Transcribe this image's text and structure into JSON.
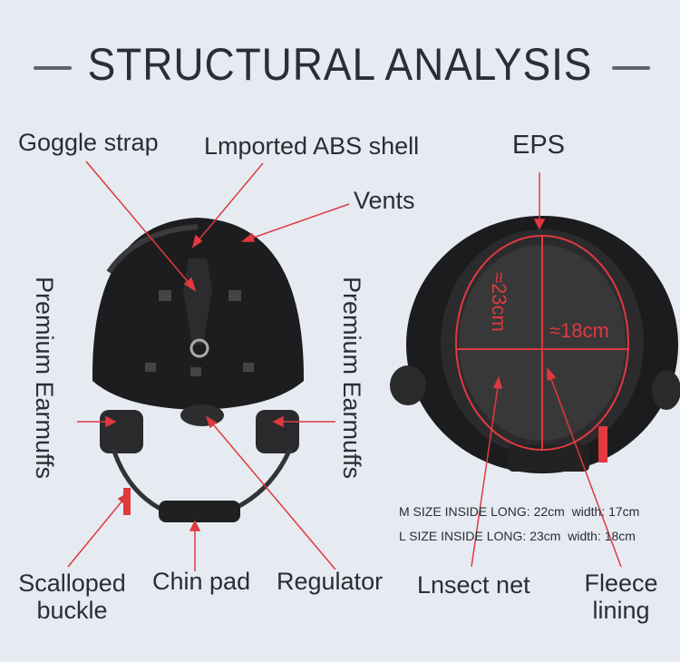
{
  "title": "STRUCTURAL ANALYSIS",
  "labels": {
    "goggle_strap": "Goggle strap",
    "abs_shell": "Lmported ABS shell",
    "eps": "EPS",
    "vents": "Vents",
    "earmuffs_left": "Premium Earmuffs",
    "earmuffs_right": "Premium Earmuffs",
    "buckle_line1": "Scalloped",
    "buckle_line2": "buckle",
    "chin_pad": "Chin pad",
    "regulator": "Regulator",
    "insect_net": "Lnsect net",
    "fleece_line1": "Fleece",
    "fleece_line2": "lining"
  },
  "measurements": {
    "length": "≈23cm",
    "width": "≈18cm"
  },
  "sizes": [
    {
      "name": "M SIZE",
      "long_label": "INSIDE LONG:",
      "long": "22cm",
      "width_label": "width:",
      "width": "17cm"
    },
    {
      "name": "L SIZE",
      "long_label": "INSIDE LONG:",
      "long": "23cm",
      "width_label": "width:",
      "width": "18cm"
    }
  ],
  "colors": {
    "background": "#e6ebf2",
    "accent": "#e0393e",
    "text": "#2a2d33"
  }
}
